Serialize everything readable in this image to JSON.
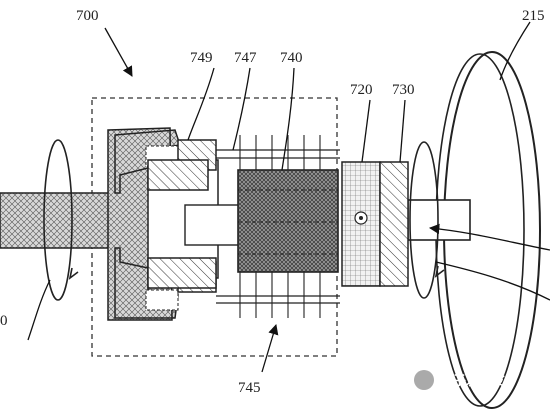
{
  "labels": {
    "l700": "700",
    "l749": "749",
    "l747": "747",
    "l740": "740",
    "l720": "720",
    "l730": "730",
    "l215": "215",
    "l745": "745",
    "l0": "0"
  },
  "watermark": {
    "text": "电子发烧友"
  }
}
